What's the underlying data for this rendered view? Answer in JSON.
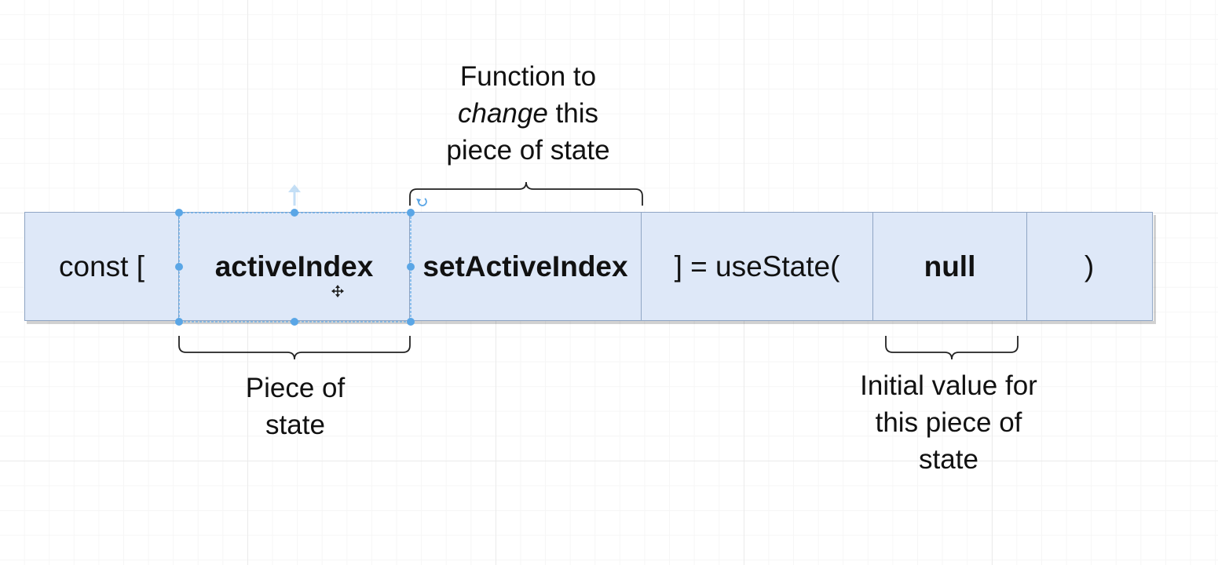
{
  "cells": [
    {
      "text": "const [",
      "bold": false
    },
    {
      "text": "activeIndex",
      "bold": true
    },
    {
      "text": "setActiveIndex",
      "bold": true
    },
    {
      "text": "] = useState(",
      "bold": false
    },
    {
      "text": "null",
      "bold": true
    },
    {
      "text": ")",
      "bold": false
    }
  ],
  "annotations": {
    "function_label": {
      "line1": "Function to",
      "line2_emph": "change",
      "line2_rest": " this",
      "line3": "piece of state"
    },
    "piece_label": {
      "line1": "Piece of",
      "line2": "state"
    },
    "initial_label": {
      "line1": "Initial value for",
      "line2": "this piece of",
      "line3": "state"
    }
  },
  "selection": {
    "selected_cell": "activeIndex"
  },
  "colors": {
    "cell_fill": "#dee8f8",
    "cell_border": "#8fa5c4",
    "selection": "#5aa6e6",
    "bracket": "#222222"
  }
}
